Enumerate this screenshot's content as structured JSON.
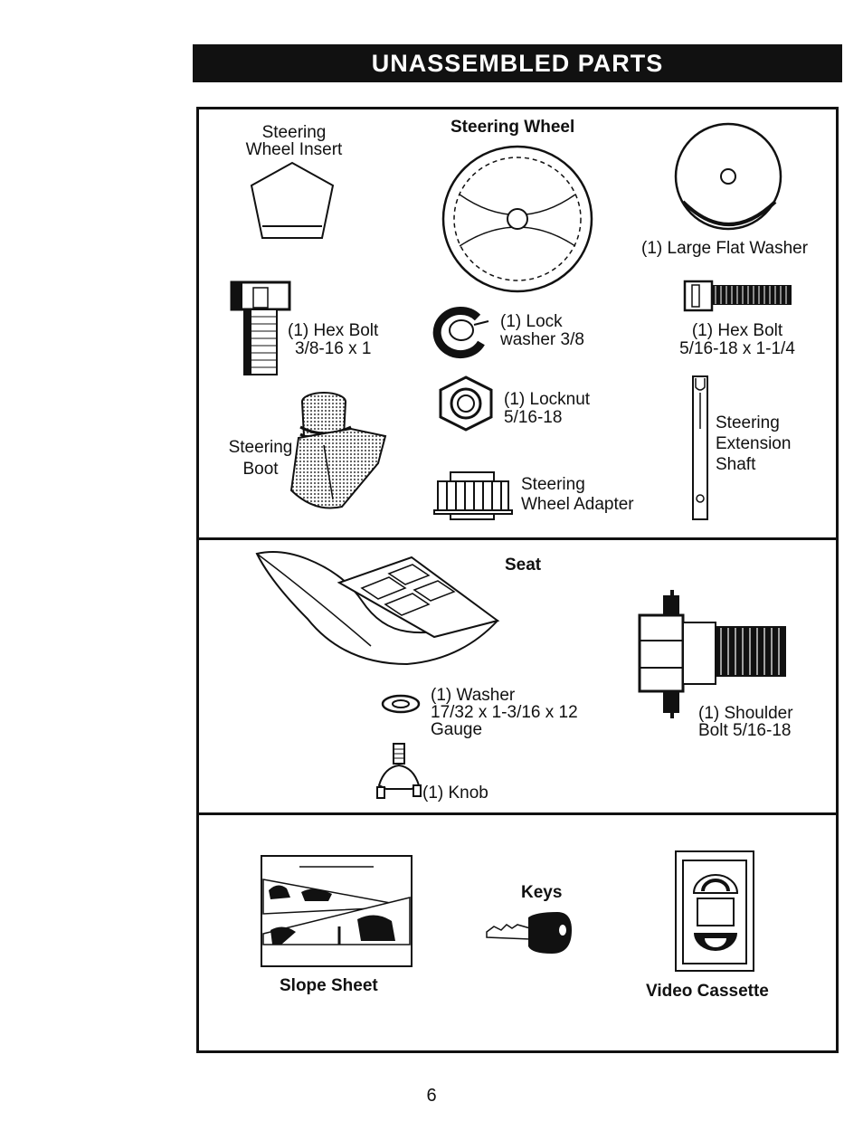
{
  "title": "UNASSEMBLED PARTS",
  "panel1": {
    "insert": [
      "Steering",
      "Wheel Insert"
    ],
    "wheel": "Steering Wheel",
    "washer_large": "(1) Large Flat Washer",
    "hexbolt1": [
      "(1) Hex Bolt",
      "3/8-16 x 1"
    ],
    "lockwasher": [
      "(1) Lock",
      "washer  3/8"
    ],
    "hexbolt2": [
      "(1) Hex Bolt",
      "5/16-18 x 1-1/4"
    ],
    "boot": [
      "Steering",
      "Boot"
    ],
    "locknut": [
      "(1) Locknut",
      "5/16-18"
    ],
    "shaft": [
      "Steering",
      "Extension",
      "Shaft"
    ],
    "adapter": [
      "Steering",
      "Wheel Adapter"
    ]
  },
  "panel2": {
    "seat": "Seat",
    "washer": [
      "(1) Washer",
      "17/32 x 1-3/16 x 12",
      "Gauge"
    ],
    "shoulder": [
      "(1) Shoulder",
      "Bolt  5/16-18"
    ],
    "knob": "(1) Knob"
  },
  "panel3": {
    "slope": "Slope Sheet",
    "keys": "Keys",
    "video": "Video Cassette"
  },
  "page_number": "6"
}
